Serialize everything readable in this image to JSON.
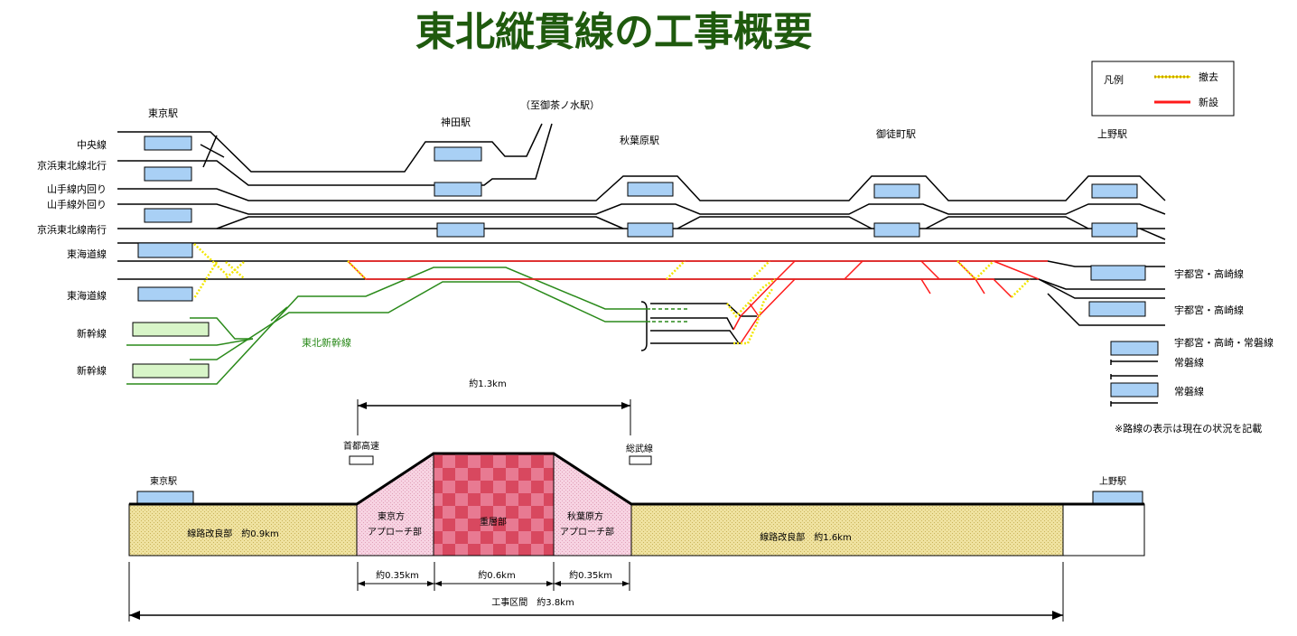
{
  "title": "東北縦貫線の工事概要",
  "legend": {
    "heading": "凡例",
    "remove_label": "撤去",
    "new_label": "新設"
  },
  "stations": {
    "tokyo": "東京駅",
    "kanda": "神田駅",
    "ochanomizu": "（至御茶ノ水駅）",
    "akihabara": "秋葉原駅",
    "okachimachi": "御徒町駅",
    "ueno": "上野駅"
  },
  "left_lines": {
    "chuo": "中央線",
    "keihin_north": "京浜東北線北行",
    "yamanote_inner": "山手線内回り",
    "yamanote_outer": "山手線外回り",
    "keihin_south": "京浜東北線南行",
    "tokaido1": "東海道線",
    "tokaido2": "東海道線",
    "shinkansen1": "新幹線",
    "shinkansen2": "新幹線",
    "tohoku_shinkansen": "東北新幹線"
  },
  "right_lines": {
    "utsunomiya1": "宇都宮・高崎線",
    "utsunomiya2": "宇都宮・高崎線",
    "utsunomiya3": "宇都宮・高崎・常磐線",
    "joban1": "常磐線",
    "joban2": "常磐線"
  },
  "note": "※路線の表示は現在の状況を記載",
  "profile": {
    "span_top": "約1.3km",
    "shuto_expressway": "首都高速",
    "sobu_line": "総武線",
    "tokyo_station": "東京駅",
    "ueno_station": "上野駅",
    "left_section": "線路改良部　約0.9km",
    "tokyo_approach_1": "東京方",
    "tokyo_approach_2": "アプローチ部",
    "viaduct": "重層部",
    "akiba_approach_1": "秋葉原方",
    "akiba_approach_2": "アプローチ部",
    "right_section": "線路改良部　約1.6km",
    "dim_left": "約0.35km",
    "dim_mid": "約0.6km",
    "dim_right": "約0.35km",
    "total": "工事区間　約3.8km"
  },
  "colors": {
    "title": "#1f5a0e",
    "station_box": "#a9d0f5",
    "shinkansen_box": "#d8f5c8",
    "remove": "#f2e600",
    "new": "#ff1a1a",
    "green_line": "#2a8a1a",
    "section_fill": "#e8d890",
    "approach_fill": "#f4c4d8",
    "viaduct_fill": "#e05a78"
  }
}
